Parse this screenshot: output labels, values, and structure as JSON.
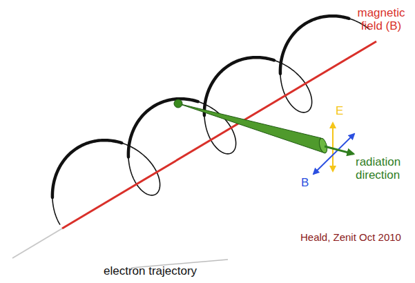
{
  "diagram": {
    "labels": [
      "magnetic field (B)",
      "E",
      "B",
      "radiation direction",
      "electron trajectory",
      "Heald, Zenit Oct 2010"
    ]
  }
}
